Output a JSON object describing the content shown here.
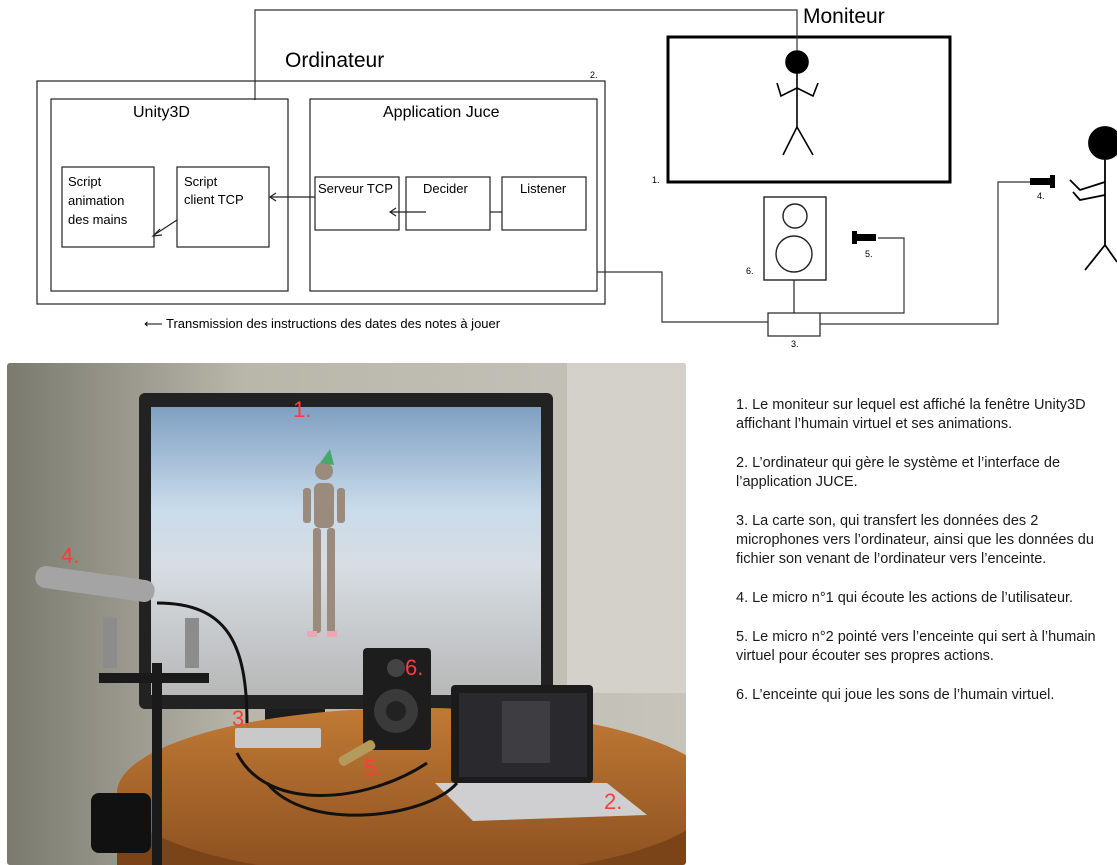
{
  "diagram": {
    "monitor_title": "Moniteur",
    "computer_title": "Ordinateur",
    "unity_title": "Unity3D",
    "juce_title": "Application Juce",
    "script_anim": [
      "Script",
      "animation",
      "des mains"
    ],
    "script_client": [
      "Script",
      "client TCP"
    ],
    "serveur_tcp": "Serveur TCP",
    "decider": "Decider",
    "listener": "Listener",
    "transmission": "⟵ Transmission des instructions des dates des notes à jouer",
    "markers": [
      "1.",
      "2.",
      "3.",
      "4.",
      "5.",
      "6."
    ]
  },
  "photo": {
    "markers": [
      "1.",
      "2.",
      "3.",
      "4.",
      "5.",
      "6."
    ]
  },
  "legend": [
    "1. Le moniteur sur lequel est affiché la fenêtre Unity3D affichant l’humain virtuel et ses animations.",
    "2. L’ordinateur qui gère le système et l’interface de l’application JUCE.",
    "3. La carte son, qui transfert les données des 2 microphones vers l’ordinateur, ainsi que les données du fichier son venant de l’ordinateur vers l’enceinte.",
    "4. Le micro n°1 qui écoute les actions de l’utilisateur.",
    "5. Le micro n°2 pointé vers l’enceinte qui sert à l’humain virtuel pour écouter ses propres actions.",
    "6. L’enceinte qui joue les sons de l’humain virtuel."
  ],
  "colors": {
    "marker_red": "#ff3b3b",
    "line": "#222222"
  }
}
